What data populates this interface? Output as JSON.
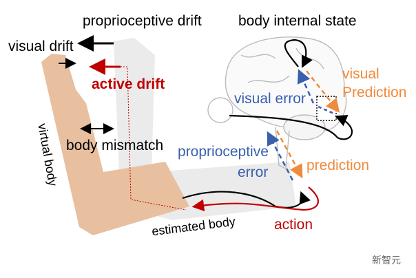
{
  "labels": {
    "proprioceptive_drift": "proprioceptive drift",
    "body_internal_state": "body internal state",
    "visual_drift": "visual drift",
    "active_drift": "active drift",
    "virtual_body": "virtual body",
    "body_mismatch": "body mismatch",
    "visual_error": "visual error",
    "visual_prediction_1": "visual",
    "visual_prediction_2": "Prediction",
    "proprioceptive_error_1": "proprioceptive",
    "proprioceptive_error_2": "error",
    "prediction": "prediction",
    "estimated_body": "estimated body",
    "action": "action"
  },
  "watermark": "新智元",
  "colors": {
    "error": "#3a5fad",
    "prediction": "#f08a3c",
    "action": "#c00000",
    "arm": "#e8c0a0",
    "ghost": "#e6e6e6"
  }
}
